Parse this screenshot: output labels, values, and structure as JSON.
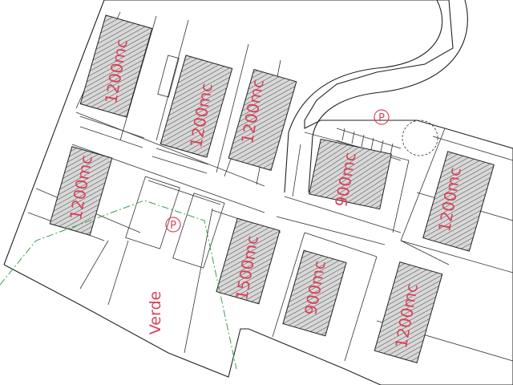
{
  "lots": [
    {
      "area": "1200mc"
    },
    {
      "area": "1200mc"
    },
    {
      "area": "1200mc"
    },
    {
      "area": "1200mc"
    },
    {
      "area": "900mc"
    },
    {
      "area": "1200mc"
    },
    {
      "area": "1500mc"
    },
    {
      "area": "900mc"
    },
    {
      "area": "1200mc"
    }
  ],
  "parking": [
    {
      "symbol": "P"
    },
    {
      "symbol": "P"
    }
  ],
  "green_area": {
    "label": "Verde"
  },
  "colors": {
    "label": "#d9435a",
    "linework": "#222222",
    "green_line": "#3aa04a"
  }
}
